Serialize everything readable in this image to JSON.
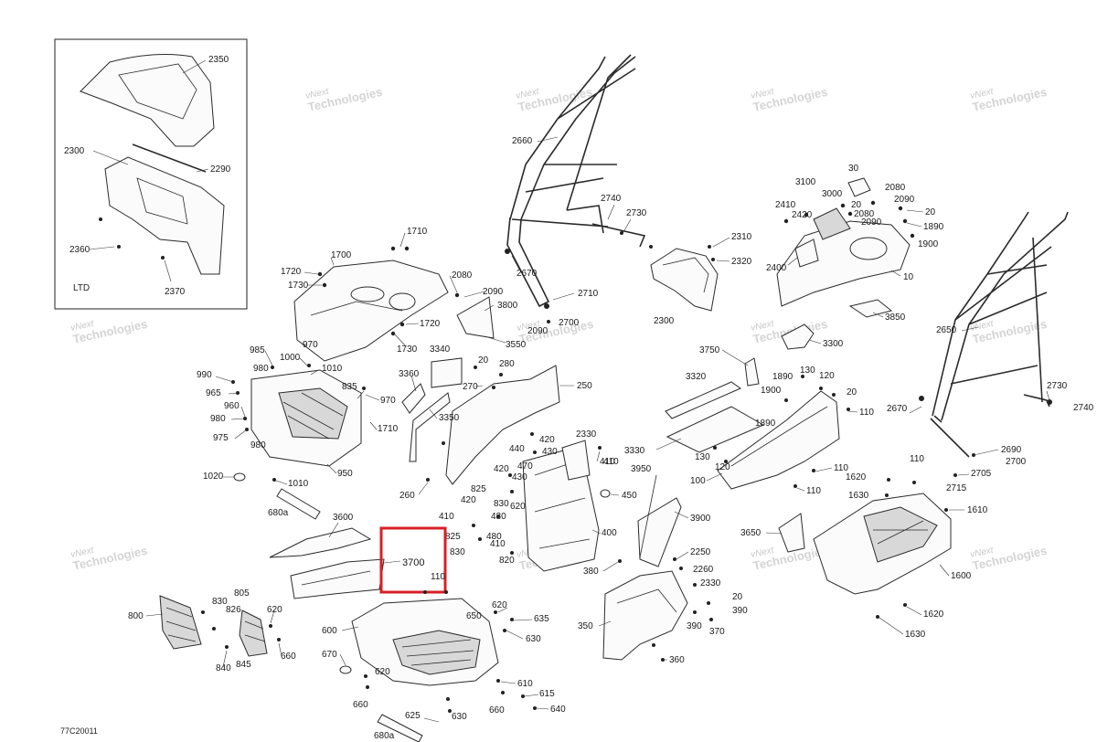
{
  "diagram": {
    "drawing_code": "77C20011",
    "inset_label": "LTD",
    "highlighted_callout": "3700",
    "highlight_color": "#d81f26",
    "watermark": {
      "line1": "vNext",
      "line2": "Technologies",
      "full": "vNext Technologies"
    },
    "callouts": [
      "2350",
      "2300",
      "2290",
      "2360",
      "2370",
      "1710",
      "1700",
      "1720",
      "1730",
      "2080",
      "2090",
      "3800",
      "1720",
      "1730",
      "985",
      "1000",
      "970",
      "1010",
      "990",
      "980",
      "965",
      "960",
      "980",
      "975",
      "980",
      "835",
      "970",
      "1710",
      "1020",
      "1010",
      "950",
      "680a",
      "3340",
      "3360",
      "3550",
      "20",
      "280",
      "270",
      "250",
      "3350",
      "260",
      "2660",
      "2740",
      "2730",
      "2670",
      "2710",
      "2700",
      "2090",
      "2310",
      "2320",
      "2300",
      "30",
      "3100",
      "3000",
      "2410",
      "2420",
      "20",
      "2080",
      "2090",
      "2080",
      "2090",
      "20",
      "1890",
      "1900",
      "2400",
      "10",
      "3850",
      "2650",
      "3300",
      "3750",
      "3320",
      "1890",
      "130",
      "120",
      "1900",
      "20",
      "110",
      "1890",
      "3330",
      "130",
      "120",
      "100",
      "110",
      "110",
      "2670",
      "2730",
      "2740",
      "2690",
      "2700",
      "2705",
      "2715",
      "110",
      "1620",
      "1630",
      "1610",
      "1600",
      "1620",
      "1630",
      "3650",
      "2330",
      "440",
      "420",
      "430",
      "410",
      "470",
      "420",
      "430",
      "825",
      "420",
      "830",
      "430",
      "620",
      "410",
      "410",
      "450",
      "400",
      "825",
      "480",
      "830",
      "410",
      "820",
      "3950",
      "3900",
      "2250",
      "2260",
      "380",
      "2330",
      "20",
      "390",
      "390",
      "370",
      "350",
      "360",
      "3600",
      "3700",
      "110",
      "805",
      "830",
      "826",
      "800",
      "620",
      "660",
      "840",
      "845",
      "600",
      "620",
      "635",
      "650",
      "630",
      "670",
      "620",
      "610",
      "660",
      "615",
      "660",
      "640",
      "625",
      "630",
      "680a"
    ]
  }
}
